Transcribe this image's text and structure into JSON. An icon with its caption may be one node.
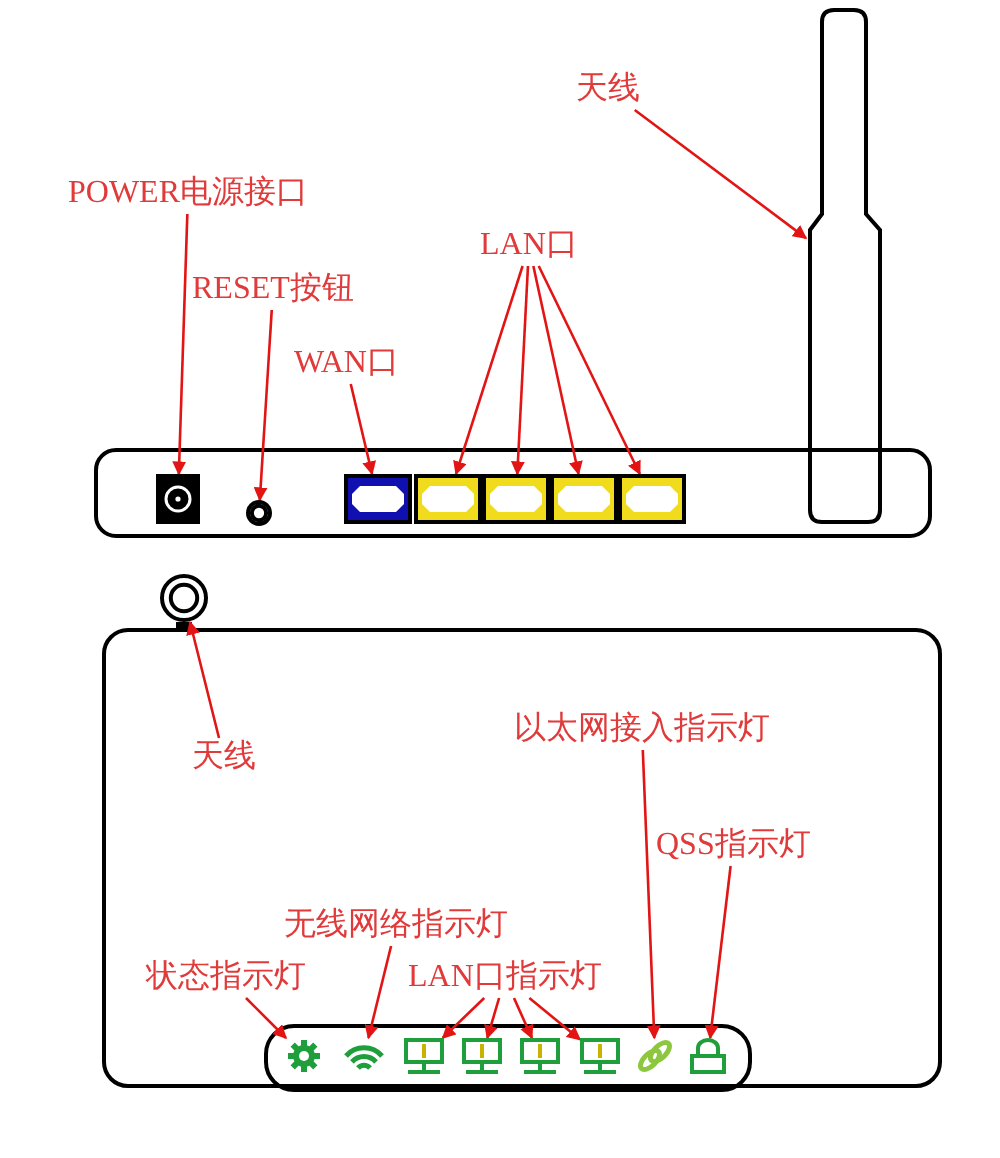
{
  "diagram": {
    "nodes": [
      {
        "text": [
          "天线"
        ]
      },
      {
        "text": [],
        "shape": "antenna"
      },
      {
        "text": [
          "POWER电源接口"
        ]
      },
      {
        "text": [],
        "shape": "box"
      },
      {
        "text": [
          "RESET按钮"
        ]
      },
      {
        "text": [],
        "shape": "circle"
      },
      {
        "text": [
          "WAN口"
        ]
      },
      {
        "text": [],
        "shape": "box"
      },
      {
        "text": [
          "LAN口"
        ]
      },
      {
        "text": [],
        "shape": "box"
      },
      {
        "text": [],
        "shape": "box"
      },
      {
        "text": [],
        "shape": "box"
      },
      {
        "text": [],
        "shape": "box"
      },
      {
        "text": [
          "天线"
        ]
      },
      {
        "text": [],
        "shape": "circle"
      },
      {
        "text": [
          "以太网接入指示灯"
        ]
      },
      {
        "text": [
          "QSS指示灯"
        ]
      },
      {
        "text": [
          "无线网络指示灯"
        ]
      },
      {
        "text": [
          "状态指示灯"
        ]
      },
      {
        "text": [
          "LAN口指示灯"
        ]
      },
      {
        "text": [],
        "shape": "gear"
      },
      {
        "text": [],
        "shape": "wifi"
      },
      {
        "text": [],
        "shape": "monitor"
      },
      {
        "text": [],
        "shape": "monitor"
      },
      {
        "text": [],
        "shape": "monitor"
      },
      {
        "text": [],
        "shape": "monitor"
      },
      {
        "text": [],
        "shape": "link"
      },
      {
        "text": [],
        "shape": "lock"
      }
    ],
    "edges": [
      {
        "from": 0,
        "to": 1,
        "arrow": "to"
      },
      {
        "from": 2,
        "to": 3,
        "arrow": "to"
      },
      {
        "from": 4,
        "to": 5,
        "arrow": "to"
      },
      {
        "from": 6,
        "to": 7,
        "arrow": "to"
      },
      {
        "from": 8,
        "to": 9,
        "arrow": "to"
      },
      {
        "from": 8,
        "to": 10,
        "arrow": "to"
      },
      {
        "from": 8,
        "to": 11,
        "arrow": "to"
      },
      {
        "from": 8,
        "to": 12,
        "arrow": "to"
      },
      {
        "from": 13,
        "to": 14,
        "arrow": "to"
      },
      {
        "from": 15,
        "to": 26,
        "arrow": "to"
      },
      {
        "from": 16,
        "to": 27,
        "arrow": "to"
      },
      {
        "from": 17,
        "to": 21,
        "arrow": "to"
      },
      {
        "from": 18,
        "to": 20,
        "arrow": "to"
      },
      {
        "from": 19,
        "to": 22,
        "arrow": "to"
      },
      {
        "from": 19,
        "to": 23,
        "arrow": "to"
      },
      {
        "from": 19,
        "to": 24,
        "arrow": "to"
      },
      {
        "from": 19,
        "to": 25,
        "arrow": "to"
      }
    ]
  }
}
